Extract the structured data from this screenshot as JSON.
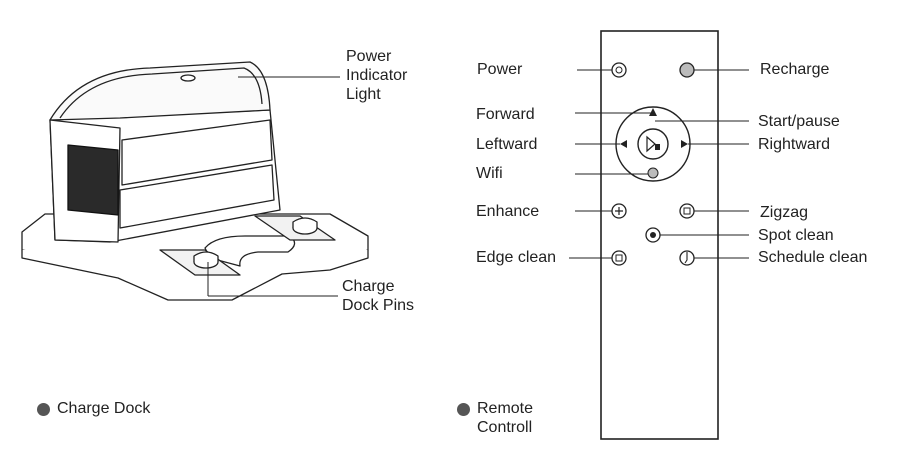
{
  "dock": {
    "power_light_lines": [
      "Power",
      "Indicator",
      "Light"
    ],
    "charge_pins_lines": [
      "Charge",
      "Dock Pins"
    ],
    "caption": "Charge Dock"
  },
  "remote": {
    "caption_lines": [
      "Remote",
      "Controll"
    ],
    "left_labels": {
      "power": "Power",
      "forward": "Forward",
      "leftward": "Leftward",
      "wifi": "Wifi",
      "enhance": "Enhance",
      "edge_clean": "Edge clean"
    },
    "right_labels": {
      "recharge": "Recharge",
      "start_pause": "Start/pause",
      "rightward": "Rightward",
      "zigzag": "Zigzag",
      "spot_clean": "Spot clean",
      "schedule_clean": "Schedule clean"
    }
  },
  "colors": {
    "line": "#222222",
    "bullet": "#555555",
    "background": "#ffffff"
  }
}
